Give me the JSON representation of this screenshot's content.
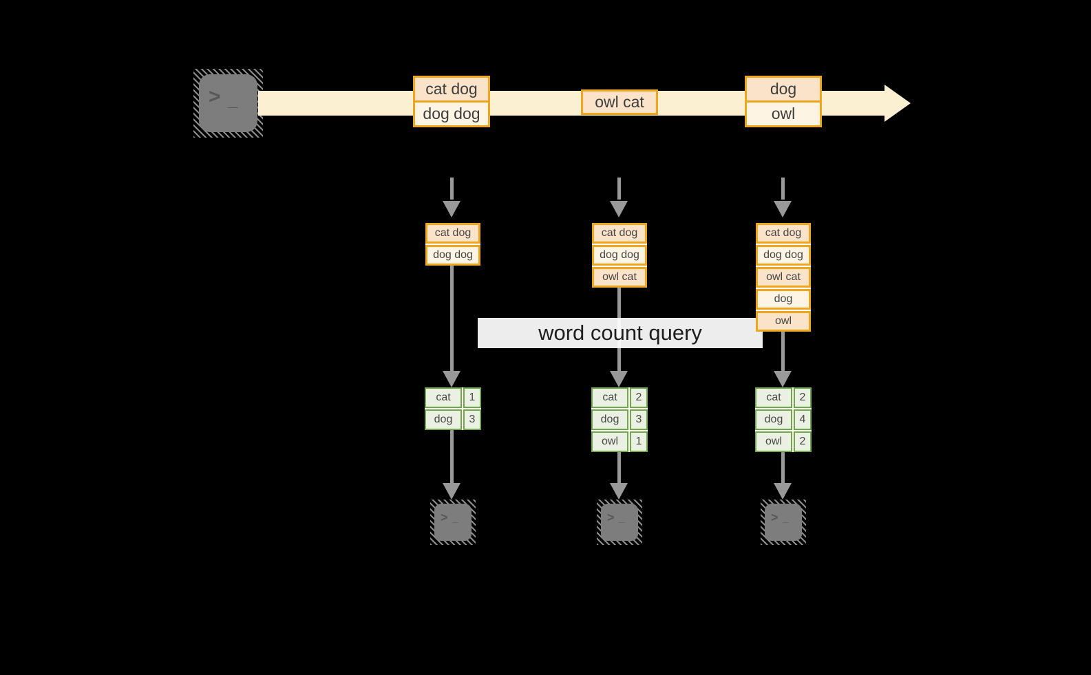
{
  "diagram": {
    "title_label": "word count query",
    "stream": {
      "events": [
        {
          "cells": [
            "cat dog",
            "dog dog"
          ]
        },
        {
          "cells": [
            "owl cat"
          ]
        },
        {
          "cells": [
            "dog",
            "owl"
          ]
        }
      ]
    },
    "columns": [
      {
        "buffer": [
          "cat dog",
          "dog dog"
        ],
        "counts": [
          {
            "word": "cat",
            "count": "1"
          },
          {
            "word": "dog",
            "count": "3"
          }
        ]
      },
      {
        "buffer": [
          "cat dog",
          "dog dog",
          "owl cat"
        ],
        "counts": [
          {
            "word": "cat",
            "count": "2"
          },
          {
            "word": "dog",
            "count": "3"
          },
          {
            "word": "owl",
            "count": "1"
          }
        ]
      },
      {
        "buffer": [
          "cat dog",
          "dog dog",
          "owl cat",
          "dog",
          "owl"
        ],
        "counts": [
          {
            "word": "cat",
            "count": "2"
          },
          {
            "word": "dog",
            "count": "4"
          },
          {
            "word": "owl",
            "count": "2"
          }
        ]
      }
    ],
    "terminal_prompt": {
      "chevron": ">",
      "underscore": "_"
    },
    "colors": {
      "background": "#000000",
      "stream_arrow": "#fcf0d2",
      "event_border": "#efa61f",
      "event_fill_dark": "#fae3c8",
      "event_fill_light": "#fdf4e4",
      "table_border": "#6faa46",
      "table_fill": "#eaf1e2",
      "arrow_gray": "#999999",
      "terminal_gray": "#7d7d7d",
      "label_background": "#ffffff"
    }
  }
}
